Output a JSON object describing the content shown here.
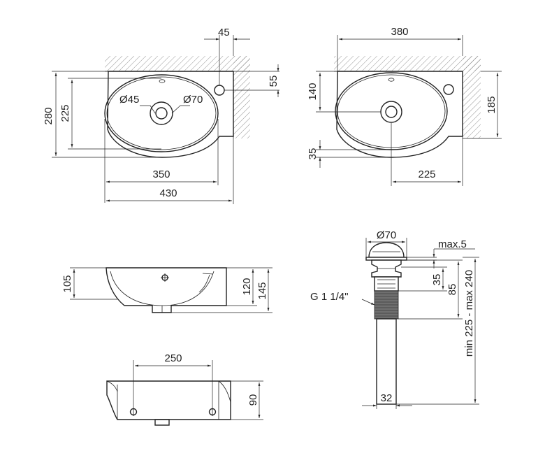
{
  "top_left_view": {
    "d45": "45",
    "d55": "55",
    "d280": "280",
    "d225": "225",
    "hole_small": "Ø45",
    "hole_large": "Ø70",
    "d350": "350",
    "d430": "430"
  },
  "top_right_view": {
    "d380": "380",
    "d140": "140",
    "d185": "185",
    "d35": "35",
    "d225": "225"
  },
  "front_view": {
    "d105": "105",
    "d120": "120",
    "d145": "145"
  },
  "bottom_view": {
    "d250": "250",
    "d90": "90"
  },
  "drain": {
    "d70": "Ø70",
    "max5": "max.5",
    "d35": "35",
    "d85": "85",
    "range": "min 225 - max 240",
    "thread": "G 1 1/4\"",
    "d32": "32"
  }
}
